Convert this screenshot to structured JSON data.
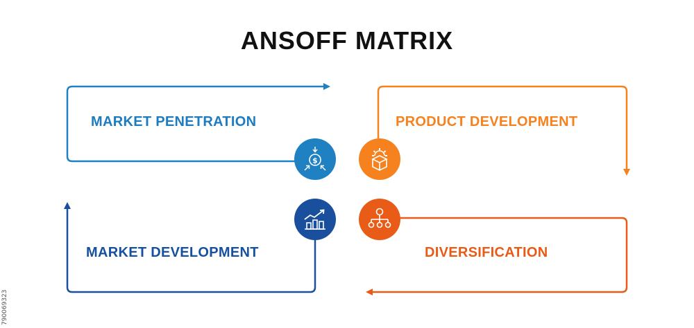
{
  "title": "ANSOFF MATRIX",
  "quadrants": [
    {
      "label": "MARKET PENETRATION",
      "color": "#1d7bbf",
      "icon": "dollar-convergence-icon"
    },
    {
      "label": "PRODUCT DEVELOPMENT",
      "color": "#f58220",
      "icon": "gear-box-icon"
    },
    {
      "label": "MARKET DEVELOPMENT",
      "color": "#1650a0",
      "icon": "growth-chart-icon"
    },
    {
      "label": "DIVERSIFICATION",
      "color": "#ea5a16",
      "icon": "hierarchy-icon"
    }
  ],
  "stock_id": "790069323"
}
